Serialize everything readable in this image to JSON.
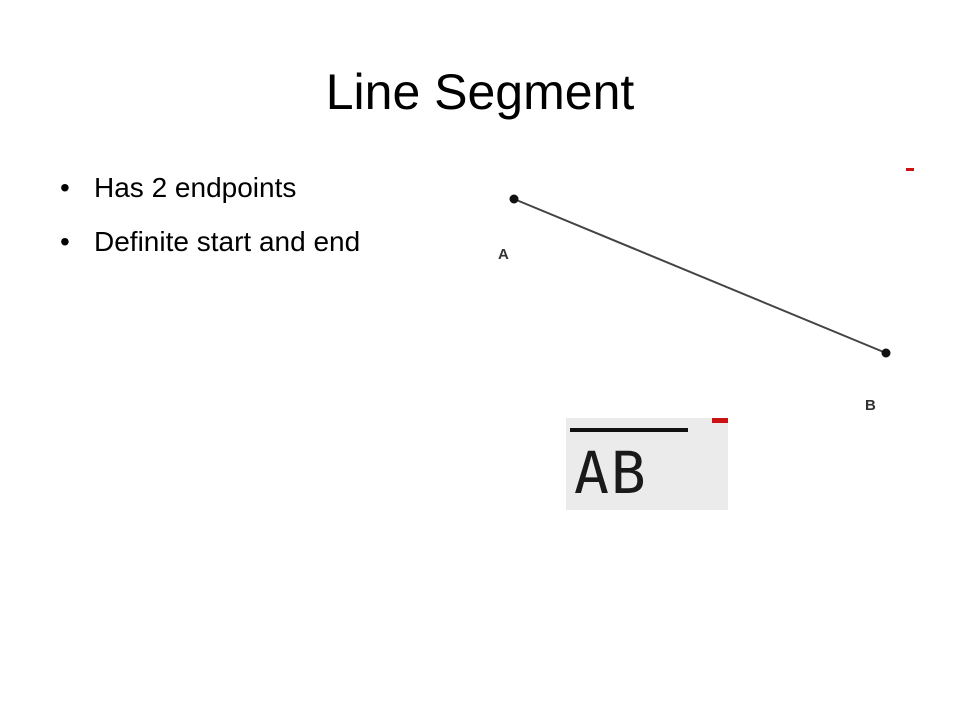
{
  "slide": {
    "title": "Line Segment",
    "bullets": [
      "Has 2 endpoints",
      "Definite start and end"
    ]
  },
  "diagram": {
    "point_a_label": "A",
    "point_b_label": "B",
    "notation": "AB"
  },
  "colors": {
    "text": "#000000",
    "background": "#ffffff",
    "accent_red": "#cc1111"
  }
}
